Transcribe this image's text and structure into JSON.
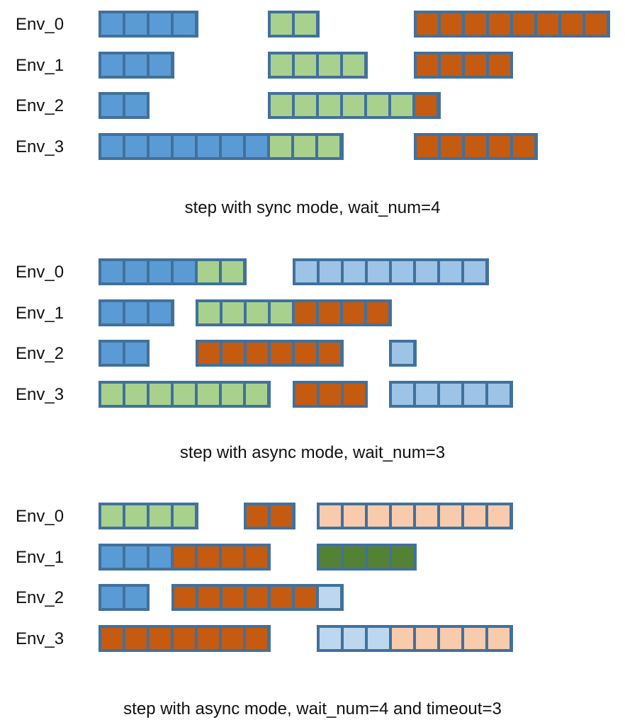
{
  "colors": {
    "border": "#41719C",
    "blue": "#5B9BD5",
    "green": "#A9D18E",
    "orange": "#C55A11",
    "lightblue": "#9DC3E6",
    "paleblue": "#BDD7EE",
    "peach": "#F8CBAD",
    "darkgreen": "#548235"
  },
  "panels": [
    {
      "caption": "step with sync mode, wait_num=4",
      "rows": [
        {
          "env": "Env_0",
          "groups": [
            {
              "cells": [
                "blue",
                "blue",
                "blue",
                "blue"
              ]
            },
            {
              "cells": [
                "green",
                "green"
              ]
            },
            {
              "cells": [
                "orange",
                "orange",
                "orange",
                "orange",
                "orange",
                "orange",
                "orange",
                "orange"
              ]
            }
          ]
        },
        {
          "env": "Env_1",
          "groups": [
            {
              "cells": [
                "blue",
                "blue",
                "blue"
              ]
            },
            {
              "cells": [
                "green",
                "green",
                "green",
                "green"
              ]
            },
            {
              "cells": [
                "orange",
                "orange",
                "orange",
                "orange"
              ]
            }
          ]
        },
        {
          "env": "Env_2",
          "groups": [
            {
              "cells": [
                "blue",
                "blue"
              ]
            },
            {
              "cells": [
                "green",
                "green",
                "green",
                "green",
                "green",
                "green",
                "orange"
              ]
            }
          ]
        },
        {
          "env": "Env_3",
          "groups": [
            {
              "cells": [
                "blue",
                "blue",
                "blue",
                "blue",
                "blue",
                "blue",
                "blue",
                "green",
                "green",
                "green"
              ]
            },
            {
              "cells": [
                "orange",
                "orange",
                "orange",
                "orange",
                "orange"
              ]
            }
          ]
        }
      ]
    },
    {
      "caption": "step with async mode, wait_num=3",
      "rows": [
        {
          "env": "Env_0",
          "groups": [
            {
              "cells": [
                "blue",
                "blue",
                "blue",
                "blue",
                "green",
                "green"
              ]
            },
            {
              "cells": [
                "lightblue",
                "lightblue",
                "lightblue",
                "lightblue",
                "lightblue",
                "lightblue",
                "lightblue",
                "lightblue"
              ]
            }
          ]
        },
        {
          "env": "Env_1",
          "groups": [
            {
              "cells": [
                "blue",
                "blue",
                "blue"
              ]
            },
            {
              "cells": [
                "green",
                "green",
                "green",
                "green",
                "orange",
                "orange",
                "orange",
                "orange"
              ]
            }
          ]
        },
        {
          "env": "Env_2",
          "groups": [
            {
              "cells": [
                "blue",
                "blue"
              ]
            },
            {
              "cells": [
                "orange",
                "orange",
                "orange",
                "orange",
                "orange",
                "orange"
              ]
            },
            {
              "cells": [
                "lightblue"
              ]
            }
          ]
        },
        {
          "env": "Env_3",
          "groups": [
            {
              "cells": [
                "green",
                "green",
                "green",
                "green",
                "green",
                "green",
                "green"
              ]
            },
            {
              "cells": [
                "orange",
                "orange",
                "orange"
              ]
            },
            {
              "cells": [
                "lightblue",
                "lightblue",
                "lightblue",
                "lightblue",
                "lightblue"
              ]
            }
          ]
        }
      ]
    },
    {
      "caption": "step with async mode, wait_num=4 and timeout=3",
      "rows": [
        {
          "env": "Env_0",
          "groups": [
            {
              "cells": [
                "green",
                "green",
                "green",
                "green"
              ]
            },
            {
              "cells": [
                "orange",
                "orange"
              ]
            },
            {
              "cells": [
                "peach",
                "peach",
                "peach",
                "peach",
                "peach",
                "peach",
                "peach",
                "peach"
              ]
            }
          ]
        },
        {
          "env": "Env_1",
          "groups": [
            {
              "cells": [
                "blue",
                "blue",
                "blue",
                "orange",
                "orange",
                "orange",
                "orange"
              ]
            },
            {
              "cells": [
                "darkgreen",
                "darkgreen",
                "darkgreen",
                "darkgreen"
              ]
            }
          ]
        },
        {
          "env": "Env_2",
          "groups": [
            {
              "cells": [
                "blue",
                "blue"
              ]
            },
            {
              "cells": [
                "orange",
                "orange",
                "orange",
                "orange",
                "orange",
                "orange",
                "paleblue"
              ]
            }
          ]
        },
        {
          "env": "Env_3",
          "groups": [
            {
              "cells": [
                "orange",
                "orange",
                "orange",
                "orange",
                "orange",
                "orange",
                "orange"
              ]
            },
            {
              "cells": [
                "paleblue",
                "paleblue",
                "paleblue",
                "peach",
                "peach",
                "peach",
                "peach",
                "peach"
              ]
            }
          ]
        }
      ]
    }
  ]
}
